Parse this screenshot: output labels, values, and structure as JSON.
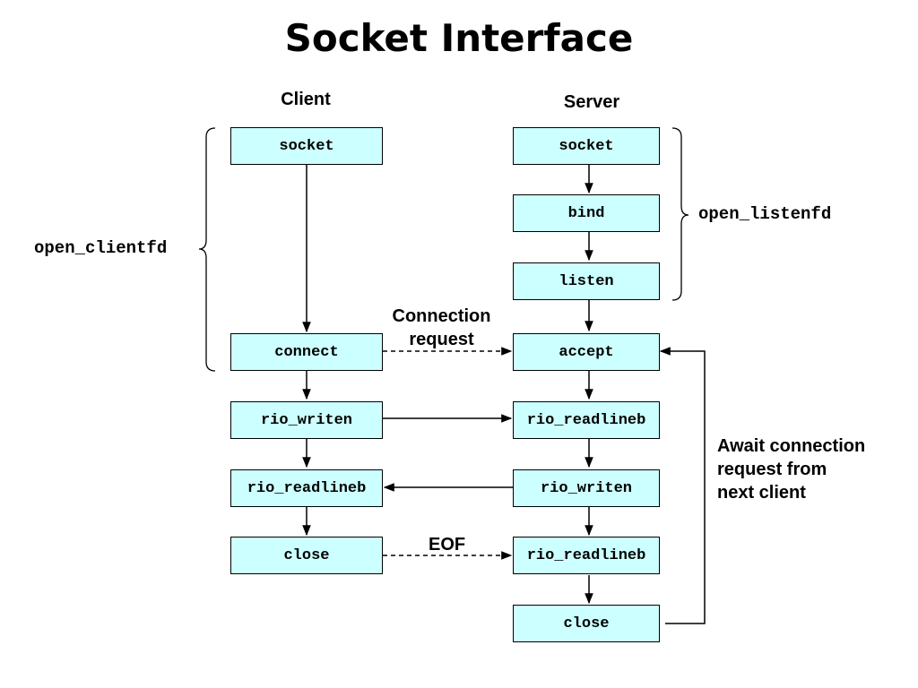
{
  "title": "Socket Interface",
  "columns": {
    "client": "Client",
    "server": "Server"
  },
  "client_boxes": {
    "socket": "socket",
    "connect": "connect",
    "rio_writen": "rio_writen",
    "rio_readlineb": "rio_readlineb",
    "close": "close"
  },
  "server_boxes": {
    "socket": "socket",
    "bind": "bind",
    "listen": "listen",
    "accept": "accept",
    "rio_readlineb_1": "rio_readlineb",
    "rio_writen": "rio_writen",
    "rio_readlineb_2": "rio_readlineb",
    "close": "close"
  },
  "brackets": {
    "client": "open_clientfd",
    "server": "open_listenfd"
  },
  "annotations": {
    "connection_request_line1": "Connection",
    "connection_request_line2": "request",
    "eof": "EOF",
    "await_line1": "Await connection",
    "await_line2": "request from",
    "await_line3": "next client"
  },
  "colors": {
    "box_fill": "#ccffff",
    "stroke": "#000000"
  }
}
